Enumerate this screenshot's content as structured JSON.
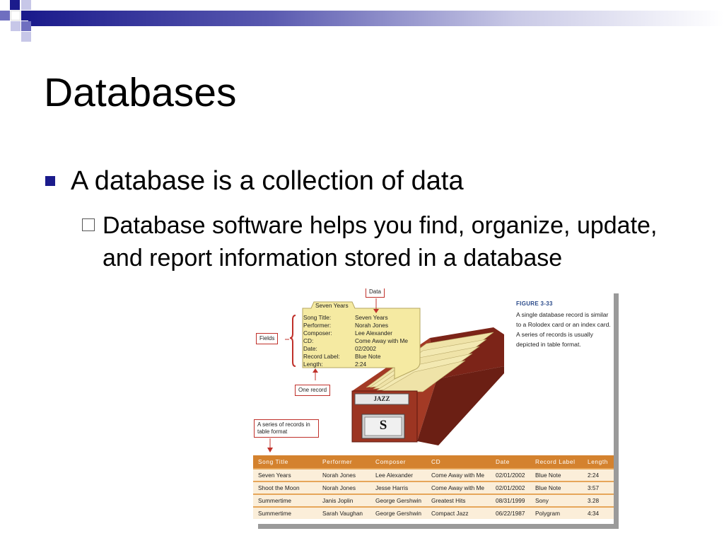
{
  "slide": {
    "title": "Databases",
    "bullet_1": "A database is a collection of data",
    "bullet_2": "Database software helps you find, organize, update, and report information stored in a database"
  },
  "colors": {
    "accent": "#1b1b8c",
    "table_header": "#d4822e",
    "table_row": "#fbeed9",
    "callout_border": "#c0302a",
    "card": "#f5eaa2",
    "cabinet": "#8b2a1c"
  },
  "figure": {
    "caption_title": "FIGURE 3-33",
    "caption_text": "A single database record is similar to a Rolodex card or an index card. A series of records is usually depicted in table format.",
    "callouts": {
      "data": "Data",
      "fields": "Fields",
      "one_record": "One record",
      "series": "A series of records in table format"
    },
    "card": {
      "tab": "Seven Years",
      "fields": [
        {
          "label": "Song Title:",
          "value": "Seven Years"
        },
        {
          "label": "Performer:",
          "value": "Norah Jones"
        },
        {
          "label": "Composer:",
          "value": "Lee Alexander"
        },
        {
          "label": "CD:",
          "value": "Come Away with Me"
        },
        {
          "label": "Date:",
          "value": "02/2002"
        },
        {
          "label": "Record Label:",
          "value": "Blue Note"
        },
        {
          "label": "Length:",
          "value": "2:24"
        }
      ]
    },
    "drawer_label": "JAZZ",
    "drawer_letter": "S",
    "table": {
      "headers": [
        "Song Title",
        "Performer",
        "Composer",
        "CD",
        "Date",
        "Record Label",
        "Length"
      ],
      "rows": [
        [
          "Seven Years",
          "Norah Jones",
          "Lee Alexander",
          "Come Away with Me",
          "02/01/2002",
          "Blue Note",
          "2:24"
        ],
        [
          "Shoot the Moon",
          "Norah Jones",
          "Jesse Harris",
          "Come Away with Me",
          "02/01/2002",
          "Blue Note",
          "3:57"
        ],
        [
          "Summertime",
          "Janis Joplin",
          "George Gershwin",
          "Greatest Hits",
          "08/31/1999",
          "Sony",
          "3.28"
        ],
        [
          "Summertime",
          "Sarah Vaughan",
          "George Gershwin",
          "Compact Jazz",
          "06/22/1987",
          "Polygram",
          "4:34"
        ]
      ]
    }
  }
}
